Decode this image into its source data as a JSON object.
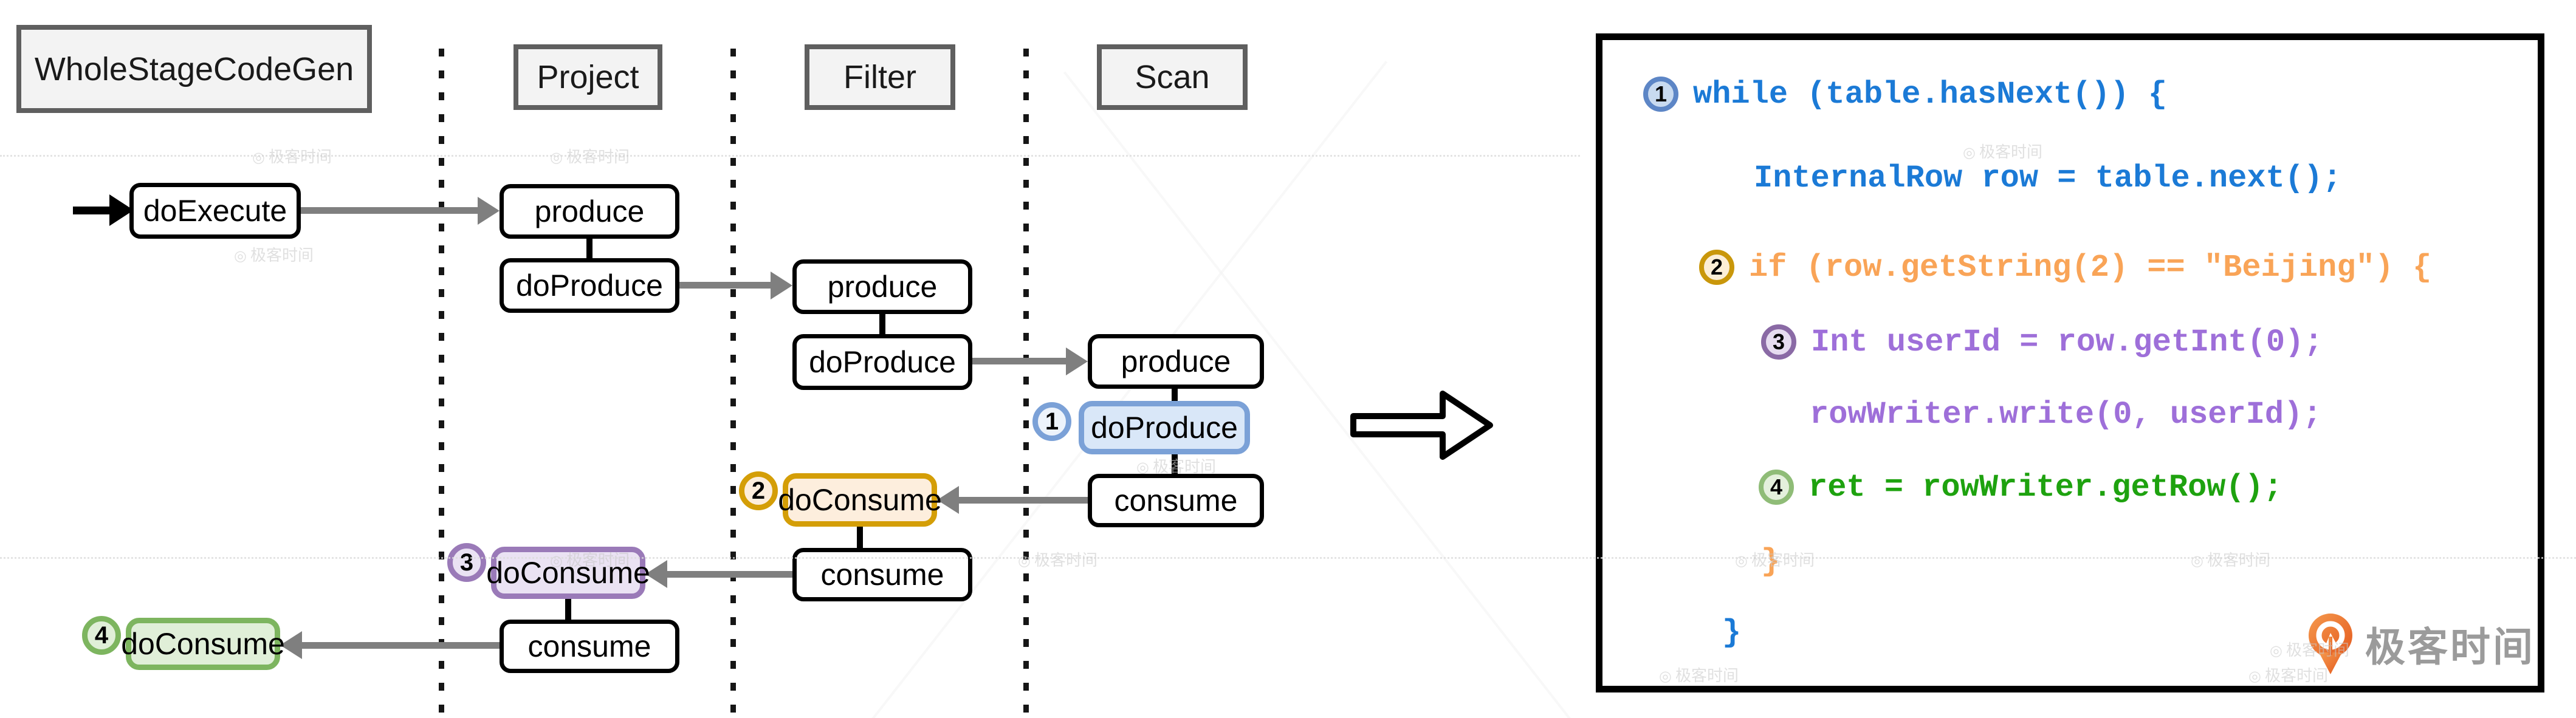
{
  "headers": {
    "wscg": "WholeStageCodeGen",
    "project": "Project",
    "filter": "Filter",
    "scan": "Scan"
  },
  "flow": {
    "do_execute": "doExecute",
    "project_produce": "produce",
    "project_do_produce": "doProduce",
    "filter_produce": "produce",
    "filter_do_produce": "doProduce",
    "scan_produce": "produce",
    "scan_do_produce": "doProduce",
    "scan_consume": "consume",
    "filter_do_consume": "doConsume",
    "filter_consume": "consume",
    "project_do_consume": "doConsume",
    "project_consume": "consume",
    "wscg_do_consume": "doConsume"
  },
  "badges": {
    "b1": "1",
    "b2": "2",
    "b3": "3",
    "b4": "4"
  },
  "code_panel": {
    "lines": [
      {
        "num": "1",
        "text": "while (table.hasNext()) {",
        "color": "blue"
      },
      {
        "text": "InternalRow row = table.next();",
        "color": "blue"
      },
      {
        "num": "2",
        "text": "if (row.getString(2) == \"Beijing\") {",
        "color": "orange"
      },
      {
        "num": "3",
        "text": "Int userId = row.getInt(0);",
        "color": "purple"
      },
      {
        "text": "rowWriter.write(0, userId);",
        "color": "purple"
      },
      {
        "num": "4",
        "text": "ret = rowWriter.getRow();",
        "color": "green"
      },
      {
        "text": "}",
        "color": "orange"
      },
      {
        "text": "}",
        "color": "blue"
      }
    ]
  },
  "logo": {
    "brand_text": "极客时间"
  },
  "watermark": {
    "text": "极客时间",
    "pin_glyph": "◎"
  },
  "colors": {
    "code_blue": "#1b7ad6",
    "code_orange": "#f9a457",
    "code_purple": "#9e6fd9",
    "code_green": "#1ea20f",
    "highlight_blue_border": "#7ba1d7",
    "highlight_blue_fill": "#d9e7f8",
    "highlight_orange_border": "#d49e07",
    "highlight_orange_fill": "#fdeedd",
    "highlight_purple_border": "#9a7ab8",
    "highlight_purple_fill": "#eae2f3",
    "highlight_green_border": "#7db55f",
    "highlight_green_fill": "#e0efd8",
    "arrow_grey": "#7f7f7f",
    "header_border": "#5f5f5f",
    "header_fill": "#f3f3f3",
    "logo_orange": "#ed7235",
    "logo_text_grey": "#9b9b9b"
  }
}
